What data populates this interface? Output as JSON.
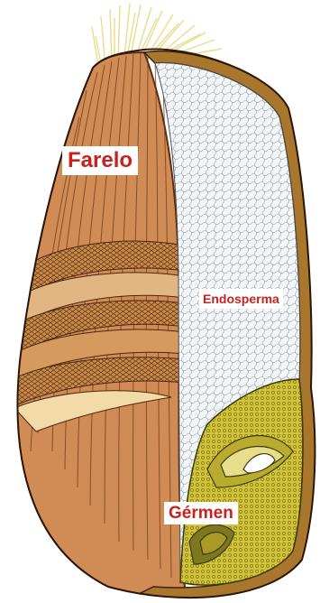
{
  "labels": {
    "bran": "Farelo",
    "endosperm": "Endosperma",
    "germ": "Gérmen"
  },
  "colors": {
    "bran_fill": "#d18c55",
    "bran_stripe": "#6b3a18",
    "endosperm_fill": "#f3f6f8",
    "germ_fill": "#d2c43a",
    "label_text": "#c8221c",
    "brush_hair": "#e9dc8a"
  }
}
